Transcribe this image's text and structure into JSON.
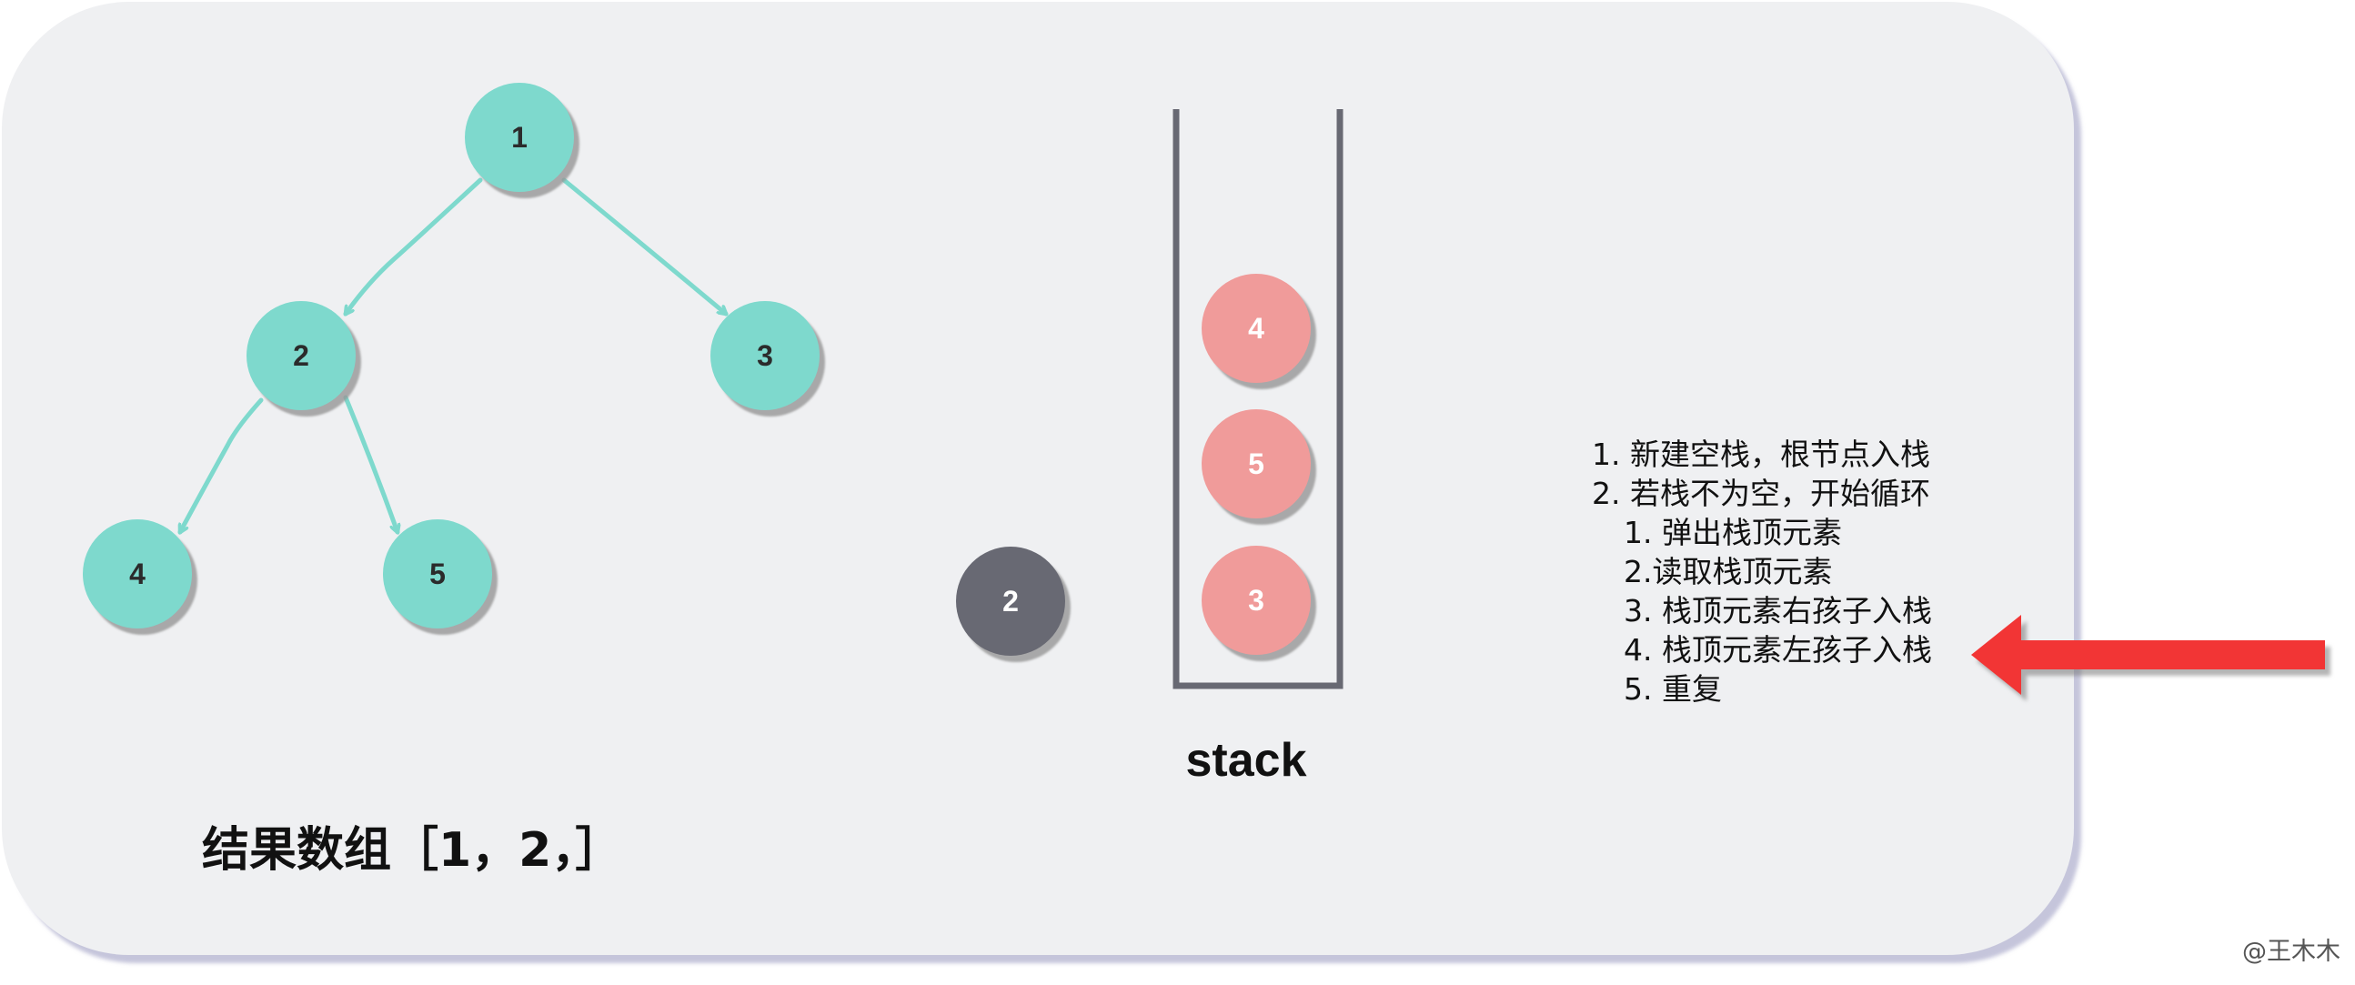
{
  "tree": {
    "nodes": [
      {
        "id": "1",
        "label": "1"
      },
      {
        "id": "2",
        "label": "2"
      },
      {
        "id": "3",
        "label": "3"
      },
      {
        "id": "4",
        "label": "4"
      },
      {
        "id": "5",
        "label": "5"
      }
    ],
    "edges": [
      {
        "from": "1",
        "to": "2"
      },
      {
        "from": "1",
        "to": "3"
      },
      {
        "from": "2",
        "to": "4"
      },
      {
        "from": "2",
        "to": "5"
      }
    ],
    "node_color": "#7ed9cd",
    "edge_color": "#7ed9cd"
  },
  "popped_node": {
    "label": "2",
    "color": "#686973"
  },
  "stack": {
    "label": "stack",
    "items_top_to_bottom": [
      "4",
      "5",
      "3"
    ],
    "item_color": "#f09b9a",
    "wall_color": "#686973"
  },
  "result": {
    "text": "结果数组［1，2，］",
    "values": [
      1,
      2
    ]
  },
  "steps": [
    {
      "text": "1. 新建空栈，根节点入栈",
      "level": 0
    },
    {
      "text": "2. 若栈不为空，开始循环",
      "level": 0
    },
    {
      "text": "1. 弹出栈顶元素",
      "level": 1
    },
    {
      "text": "2.读取栈顶元素",
      "level": 1
    },
    {
      "text": "3. 栈顶元素右孩子入栈",
      "level": 1
    },
    {
      "text": "4. 栈顶元素左孩子入栈",
      "level": 1
    },
    {
      "text": "5. 重复",
      "level": 1
    }
  ],
  "current_step_arrow": {
    "points_to_step": 6,
    "color": "#f23535"
  },
  "watermark": "@王木木"
}
